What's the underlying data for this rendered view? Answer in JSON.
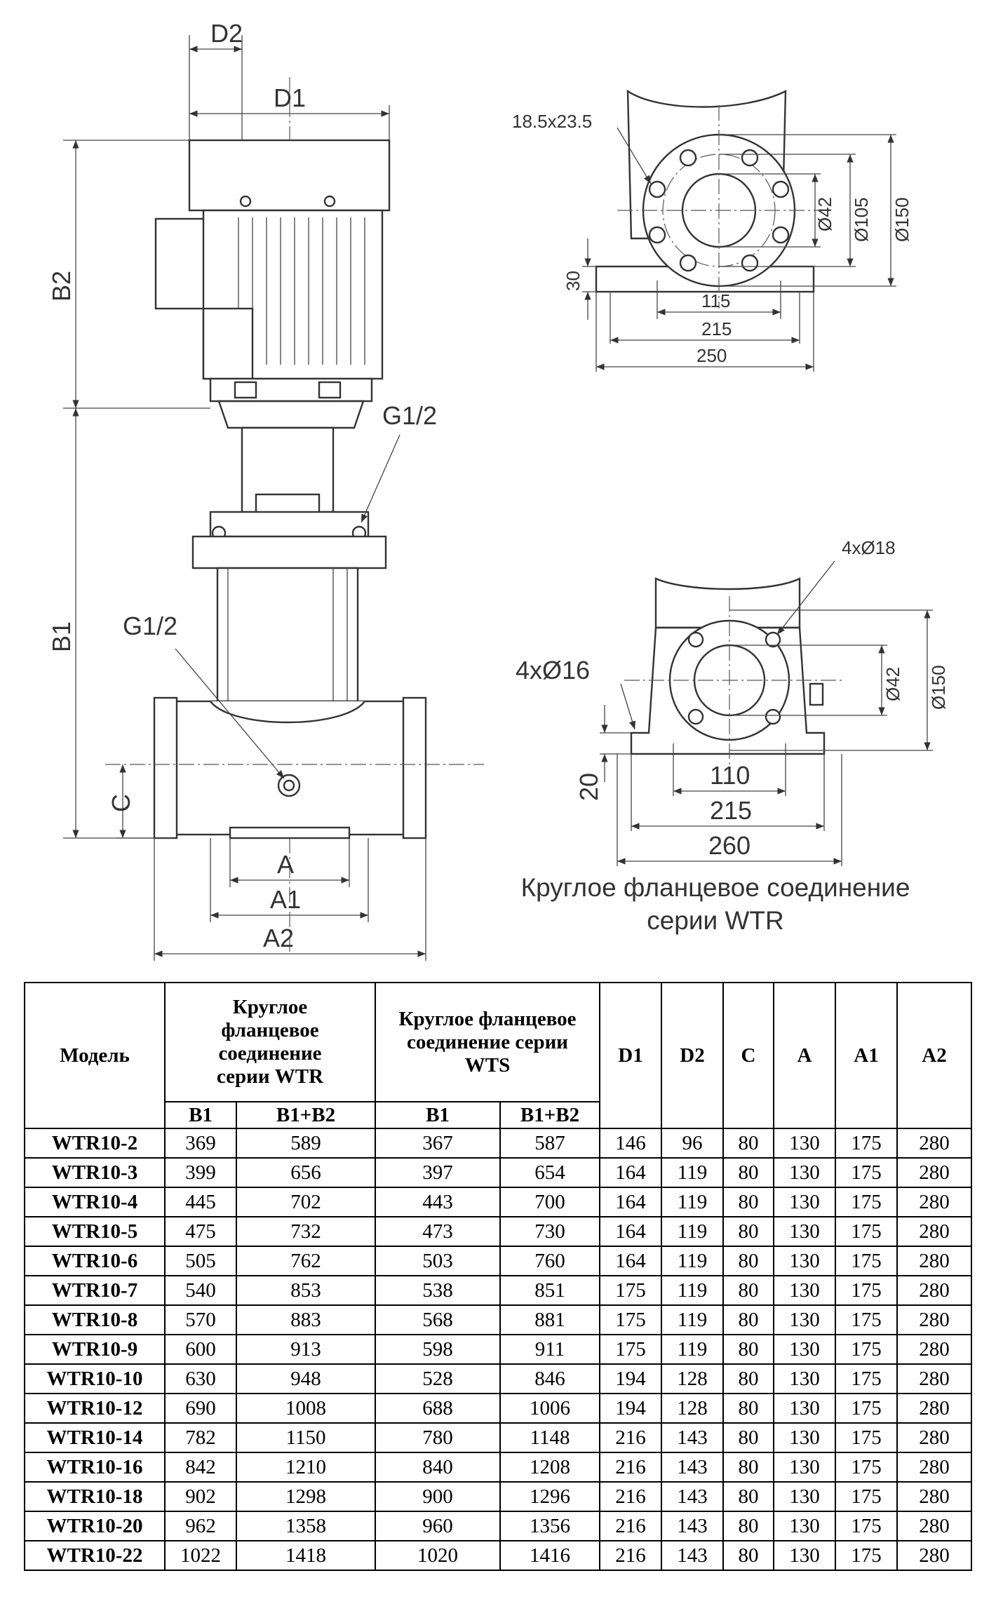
{
  "drawing": {
    "labels": {
      "D2": "D2",
      "D1": "D1",
      "B2": "B2",
      "B1": "B1",
      "C": "C",
      "A": "A",
      "A1": "A1",
      "A2": "A2",
      "g_top": "G1/2",
      "g_bottom": "G1/2"
    },
    "wtr_flange": {
      "bolt": "18.5x23.5",
      "d42": "Ø42",
      "d105": "Ø105",
      "d150": "Ø150",
      "h30": "30",
      "w115": "115",
      "w215": "215",
      "w250": "250"
    },
    "wts_flange": {
      "holes": "4xØ18",
      "feet": "4xØ16",
      "d42": "Ø42",
      "d150": "Ø150",
      "h20": "20",
      "w110": "110",
      "w215": "215",
      "w260": "260"
    },
    "caption_line1": "Круглое фланцевое соединение",
    "caption_line2": "серии WTR"
  },
  "table": {
    "header": {
      "model": "Модель",
      "group_wtr": "Круглое фланцевое соединение серии WTR",
      "group_wts": "Круглое фланцевое соединение серии WTS",
      "b1": "B1",
      "b1b2": "B1+B2",
      "d1": "D1",
      "d2": "D2",
      "c": "C",
      "a": "A",
      "a1": "A1",
      "a2": "A2"
    },
    "rows": [
      [
        "WTR10-2",
        "369",
        "589",
        "367",
        "587",
        "146",
        "96",
        "80",
        "130",
        "175",
        "280"
      ],
      [
        "WTR10-3",
        "399",
        "656",
        "397",
        "654",
        "164",
        "119",
        "80",
        "130",
        "175",
        "280"
      ],
      [
        "WTR10-4",
        "445",
        "702",
        "443",
        "700",
        "164",
        "119",
        "80",
        "130",
        "175",
        "280"
      ],
      [
        "WTR10-5",
        "475",
        "732",
        "473",
        "730",
        "164",
        "119",
        "80",
        "130",
        "175",
        "280"
      ],
      [
        "WTR10-6",
        "505",
        "762",
        "503",
        "760",
        "164",
        "119",
        "80",
        "130",
        "175",
        "280"
      ],
      [
        "WTR10-7",
        "540",
        "853",
        "538",
        "851",
        "175",
        "119",
        "80",
        "130",
        "175",
        "280"
      ],
      [
        "WTR10-8",
        "570",
        "883",
        "568",
        "881",
        "175",
        "119",
        "80",
        "130",
        "175",
        "280"
      ],
      [
        "WTR10-9",
        "600",
        "913",
        "598",
        "911",
        "175",
        "119",
        "80",
        "130",
        "175",
        "280"
      ],
      [
        "WTR10-10",
        "630",
        "948",
        "528",
        "846",
        "194",
        "128",
        "80",
        "130",
        "175",
        "280"
      ],
      [
        "WTR10-12",
        "690",
        "1008",
        "688",
        "1006",
        "194",
        "128",
        "80",
        "130",
        "175",
        "280"
      ],
      [
        "WTR10-14",
        "782",
        "1150",
        "780",
        "1148",
        "216",
        "143",
        "80",
        "130",
        "175",
        "280"
      ],
      [
        "WTR10-16",
        "842",
        "1210",
        "840",
        "1208",
        "216",
        "143",
        "80",
        "130",
        "175",
        "280"
      ],
      [
        "WTR10-18",
        "902",
        "1298",
        "900",
        "1296",
        "216",
        "143",
        "80",
        "130",
        "175",
        "280"
      ],
      [
        "WTR10-20",
        "962",
        "1358",
        "960",
        "1356",
        "216",
        "143",
        "80",
        "130",
        "175",
        "280"
      ],
      [
        "WTR10-22",
        "1022",
        "1418",
        "1020",
        "1416",
        "216",
        "143",
        "80",
        "130",
        "175",
        "280"
      ]
    ]
  }
}
